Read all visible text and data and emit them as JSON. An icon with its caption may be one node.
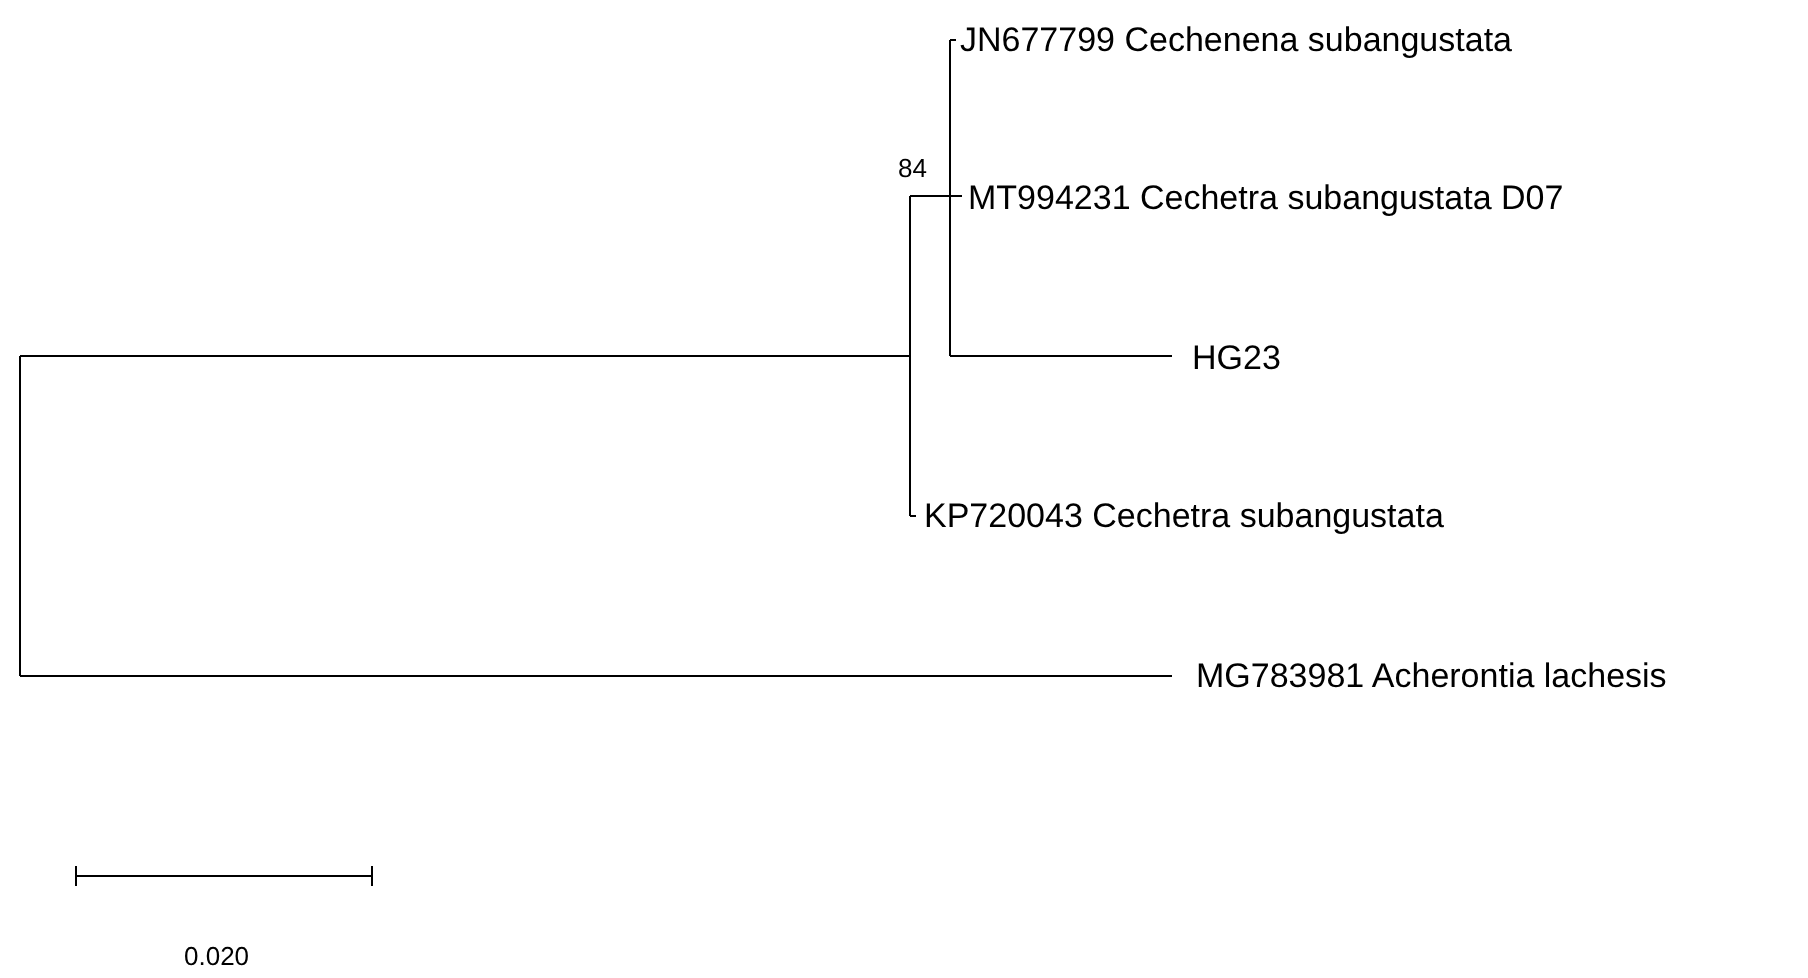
{
  "diagram": {
    "labels": [
      "JN677799 Cechenena subangustata",
      "84",
      "MT994231 Cechetra subangustata D07",
      "HG23",
      "KP720043 Cechetra subangustata",
      "MG783981 Acherontia lachesis",
      "0.020"
    ]
  }
}
